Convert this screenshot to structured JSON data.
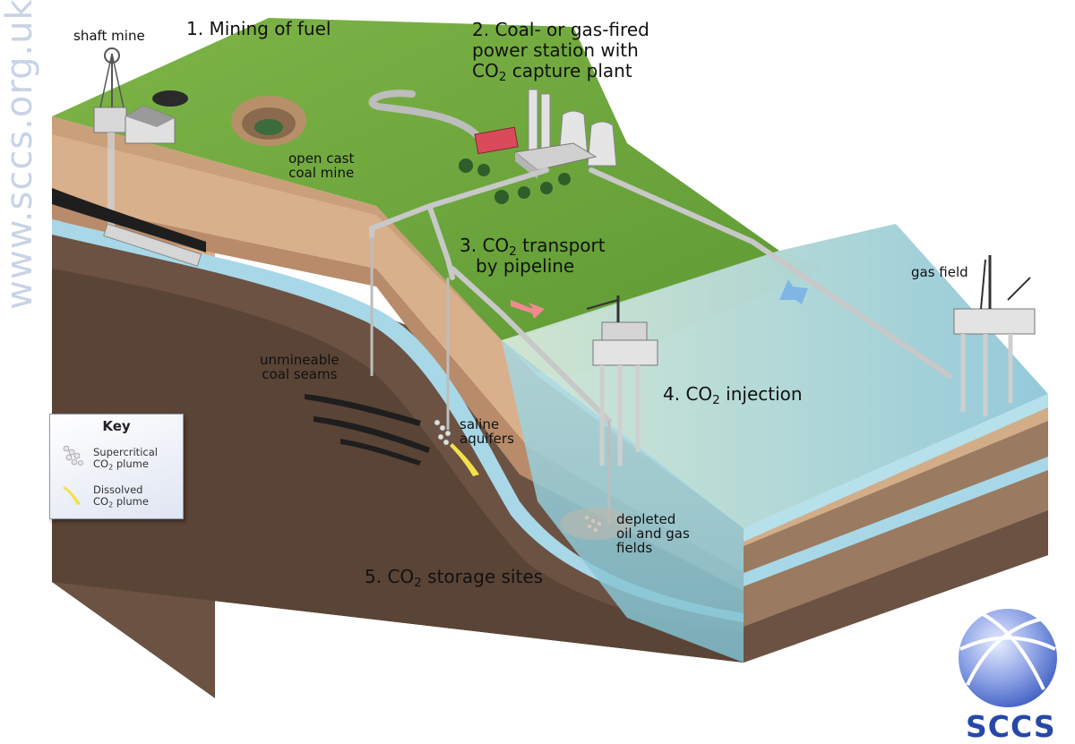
{
  "watermark": "www.sccs.org.uk",
  "labels": {
    "shaft_mine": "shaft mine",
    "mining_of_fuel": "1. Mining of fuel",
    "power_station_line1": "2. Coal- or gas-fired",
    "power_station_line2": "power station with",
    "power_station_line3_pre": "CO",
    "power_station_line3_sub": "2",
    "power_station_line3_post": " capture plant",
    "open_cast_line1": "open cast",
    "open_cast_line2": "coal mine",
    "transport_line1_pre": "3. CO",
    "transport_line1_sub": "2",
    "transport_line1_post": " transport",
    "transport_line2": "by pipeline",
    "gas_field": "gas field",
    "injection_pre": "4. CO",
    "injection_sub": "2",
    "injection_post": " injection",
    "unmineable_line1": "unmineable",
    "unmineable_line2": "coal seams",
    "saline_line1": "saline",
    "saline_line2": "aquifers",
    "depleted_line1": "depleted",
    "depleted_line2": "oil and gas",
    "depleted_line3": "fields",
    "storage_pre": "5. CO",
    "storage_sub": "2",
    "storage_post": " storage sites"
  },
  "key": {
    "title": "Key",
    "item1_line1": "Supercritical",
    "item1_line2_pre": "CO",
    "item1_line2_sub": "2",
    "item1_line2_post": " plume",
    "item2_line1": "Dissolved",
    "item2_line2_pre": "CO",
    "item2_line2_sub": "2",
    "item2_line2_post": " plume"
  },
  "logo": {
    "text": "SCCS"
  },
  "colors": {
    "grass": "#7fb548",
    "sea": "#9fd2dc",
    "sand": "#e8d6a8",
    "aquifer": "#a8d8e8",
    "rock_dark": "#6b5243",
    "rock_mid": "#a57e62",
    "rock_light": "#d9b08c",
    "logo_blue": "#2548a8",
    "arrow_pink": "#f08a90",
    "arrow_blue": "#7fb6e6"
  }
}
